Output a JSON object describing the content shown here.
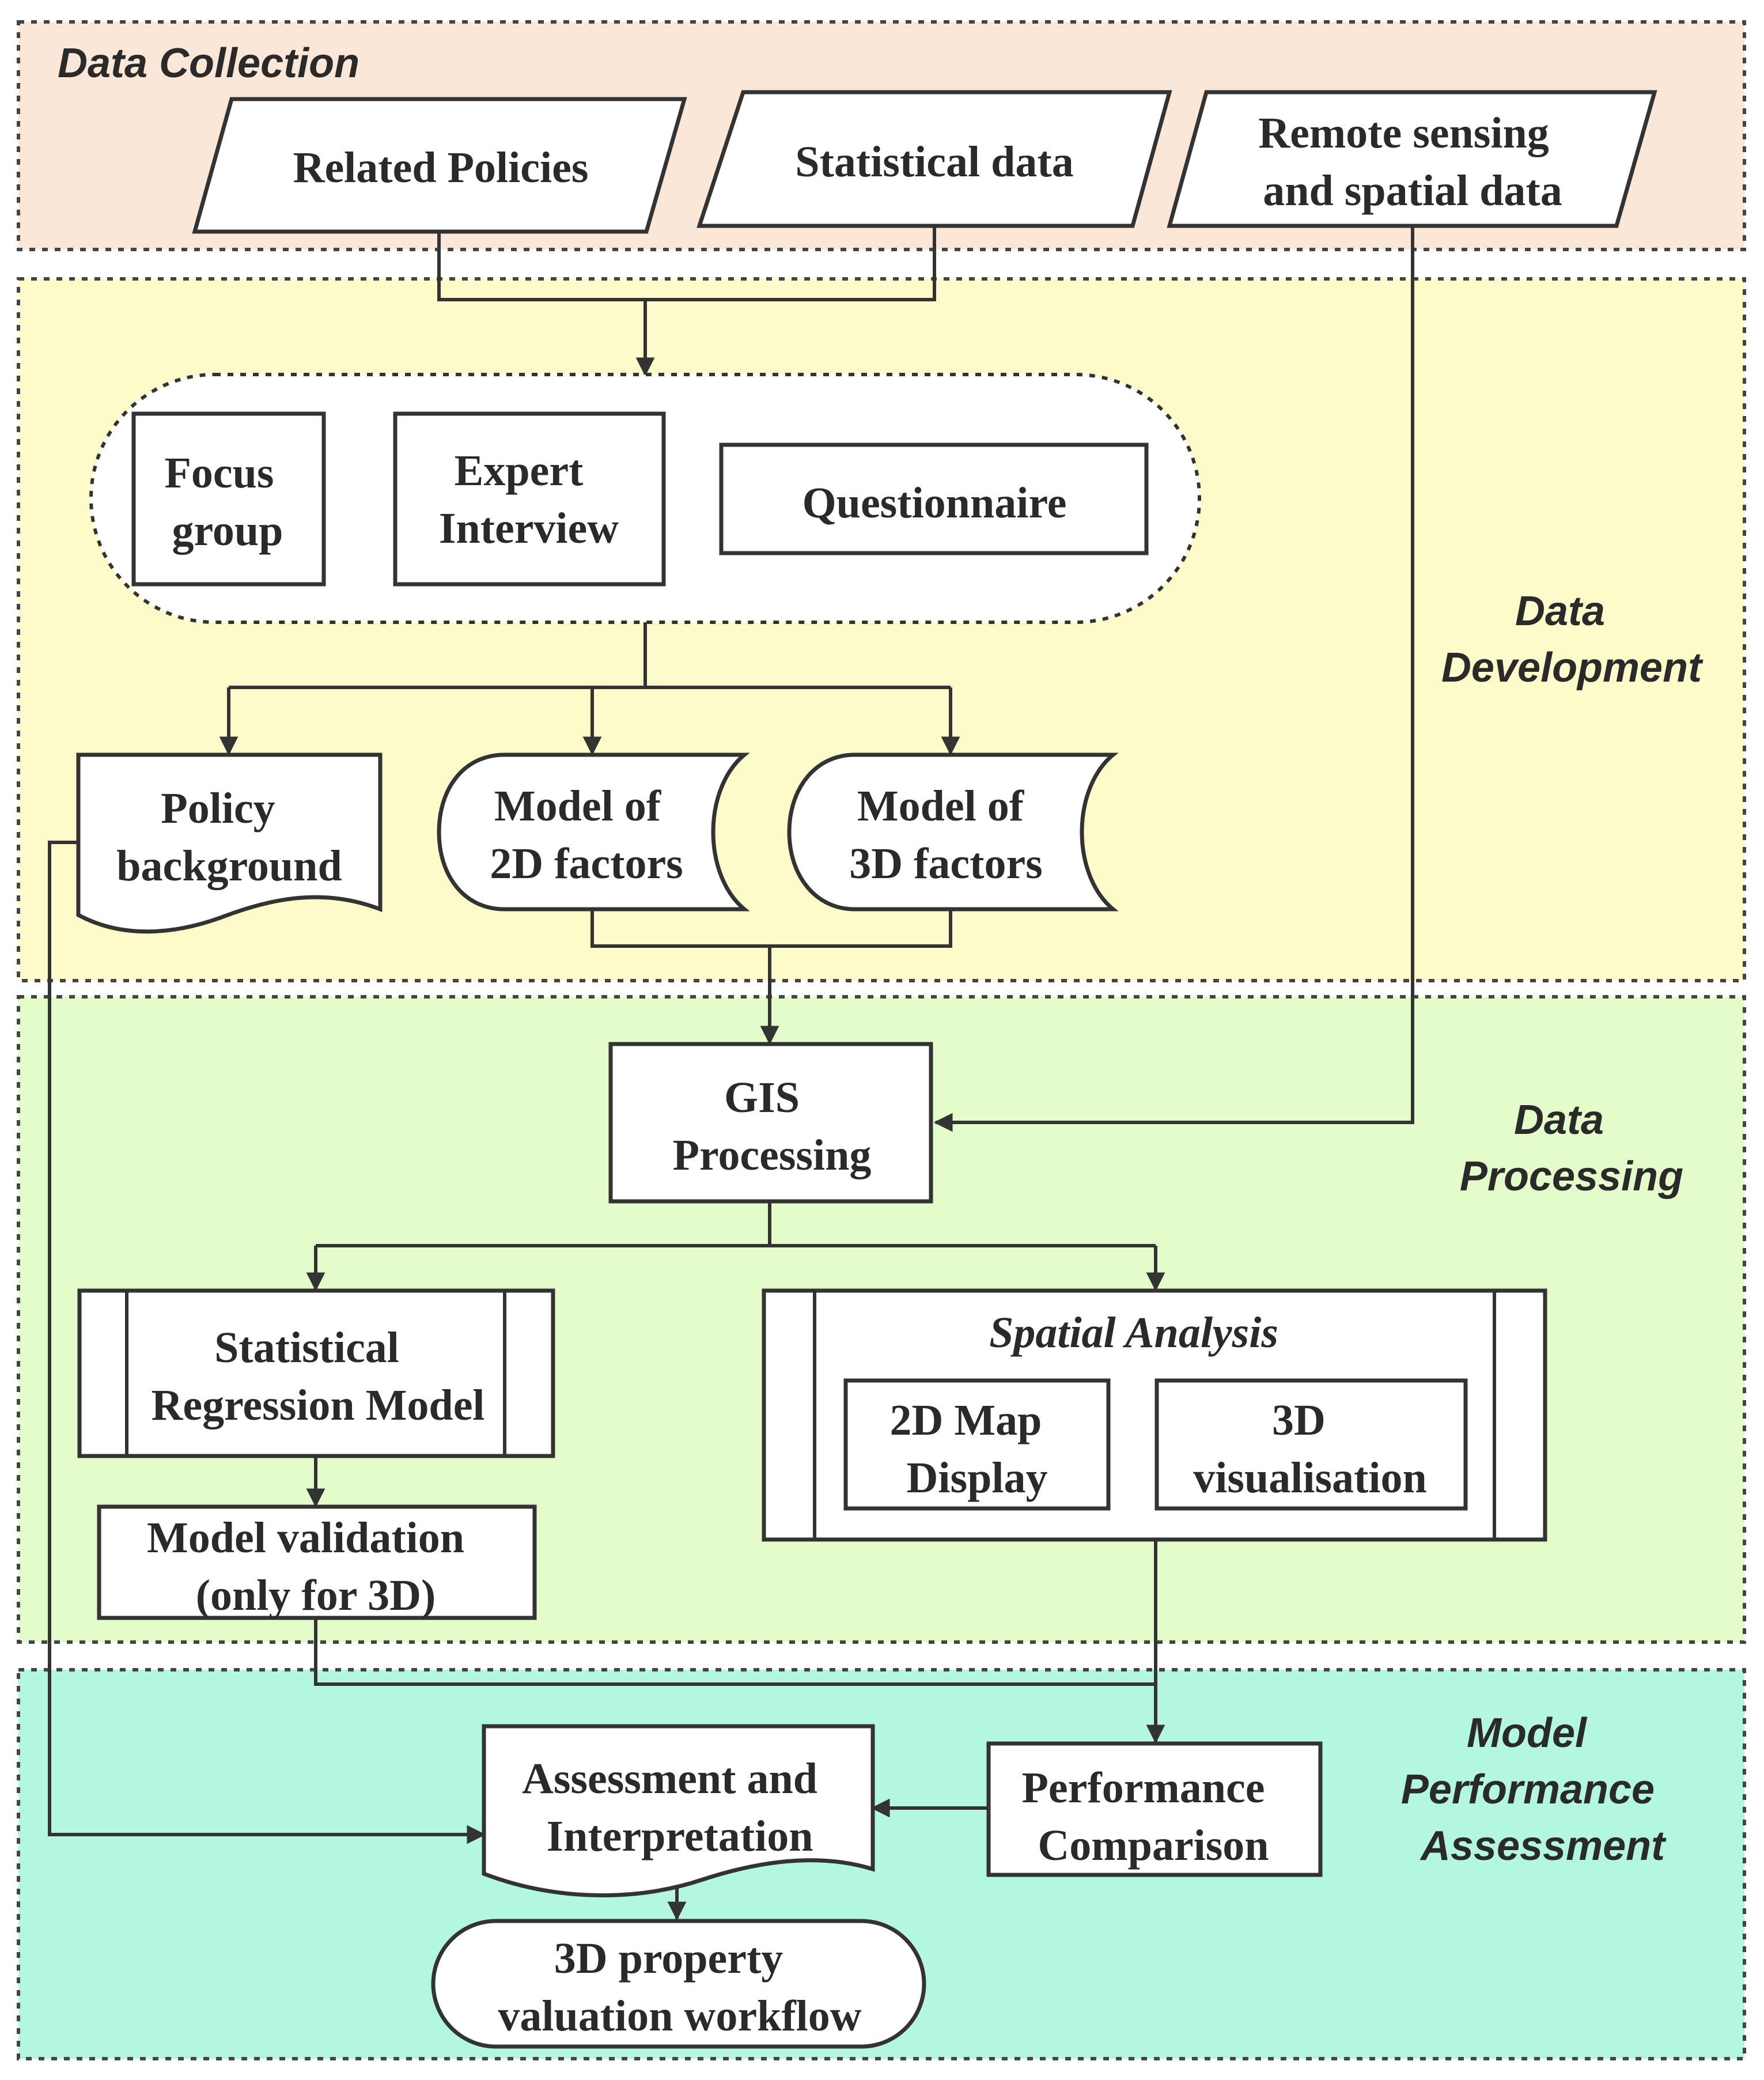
{
  "colors": {
    "data_collection_bg": "#fbe7d8",
    "data_development_bg": "#fdfbc9",
    "data_processing_bg": "#e3fcca",
    "model_assessment_bg": "#b4f7e1",
    "stroke": "#333333"
  },
  "sections": {
    "data_collection": "Data Collection",
    "data_development": [
      "Data",
      "Development"
    ],
    "data_processing": [
      "Data",
      "Processing"
    ],
    "model_assessment": [
      "Model",
      "Performance",
      "Assessment"
    ]
  },
  "nodes": {
    "related_policies": [
      "Related Policies"
    ],
    "statistical_data": [
      "Statistical data"
    ],
    "remote_sensing": [
      "Remote sensing",
      "and spatial data"
    ],
    "focus_group": [
      "Focus",
      "group"
    ],
    "expert_interview": [
      "Expert",
      "Interview"
    ],
    "questionnaire": [
      "Questionnaire"
    ],
    "policy_background": [
      "Policy",
      "background"
    ],
    "model_2d": [
      "Model of",
      "2D factors"
    ],
    "model_3d": [
      "Model of",
      "3D factors"
    ],
    "gis_processing": [
      "GIS",
      "Processing"
    ],
    "statistical_regression": [
      "Statistical",
      "Regression Model"
    ],
    "spatial_analysis": [
      "Spatial Analysis"
    ],
    "map_2d": [
      "2D Map",
      "Display"
    ],
    "visualisation_3d": [
      "3D",
      "visualisation"
    ],
    "model_validation": [
      "Model validation",
      "(only for 3D)"
    ],
    "assessment": [
      "Assessment and",
      "Interpretation"
    ],
    "performance_comparison": [
      "Performance",
      "Comparison"
    ],
    "workflow": [
      "3D property",
      "valuation workflow"
    ]
  }
}
